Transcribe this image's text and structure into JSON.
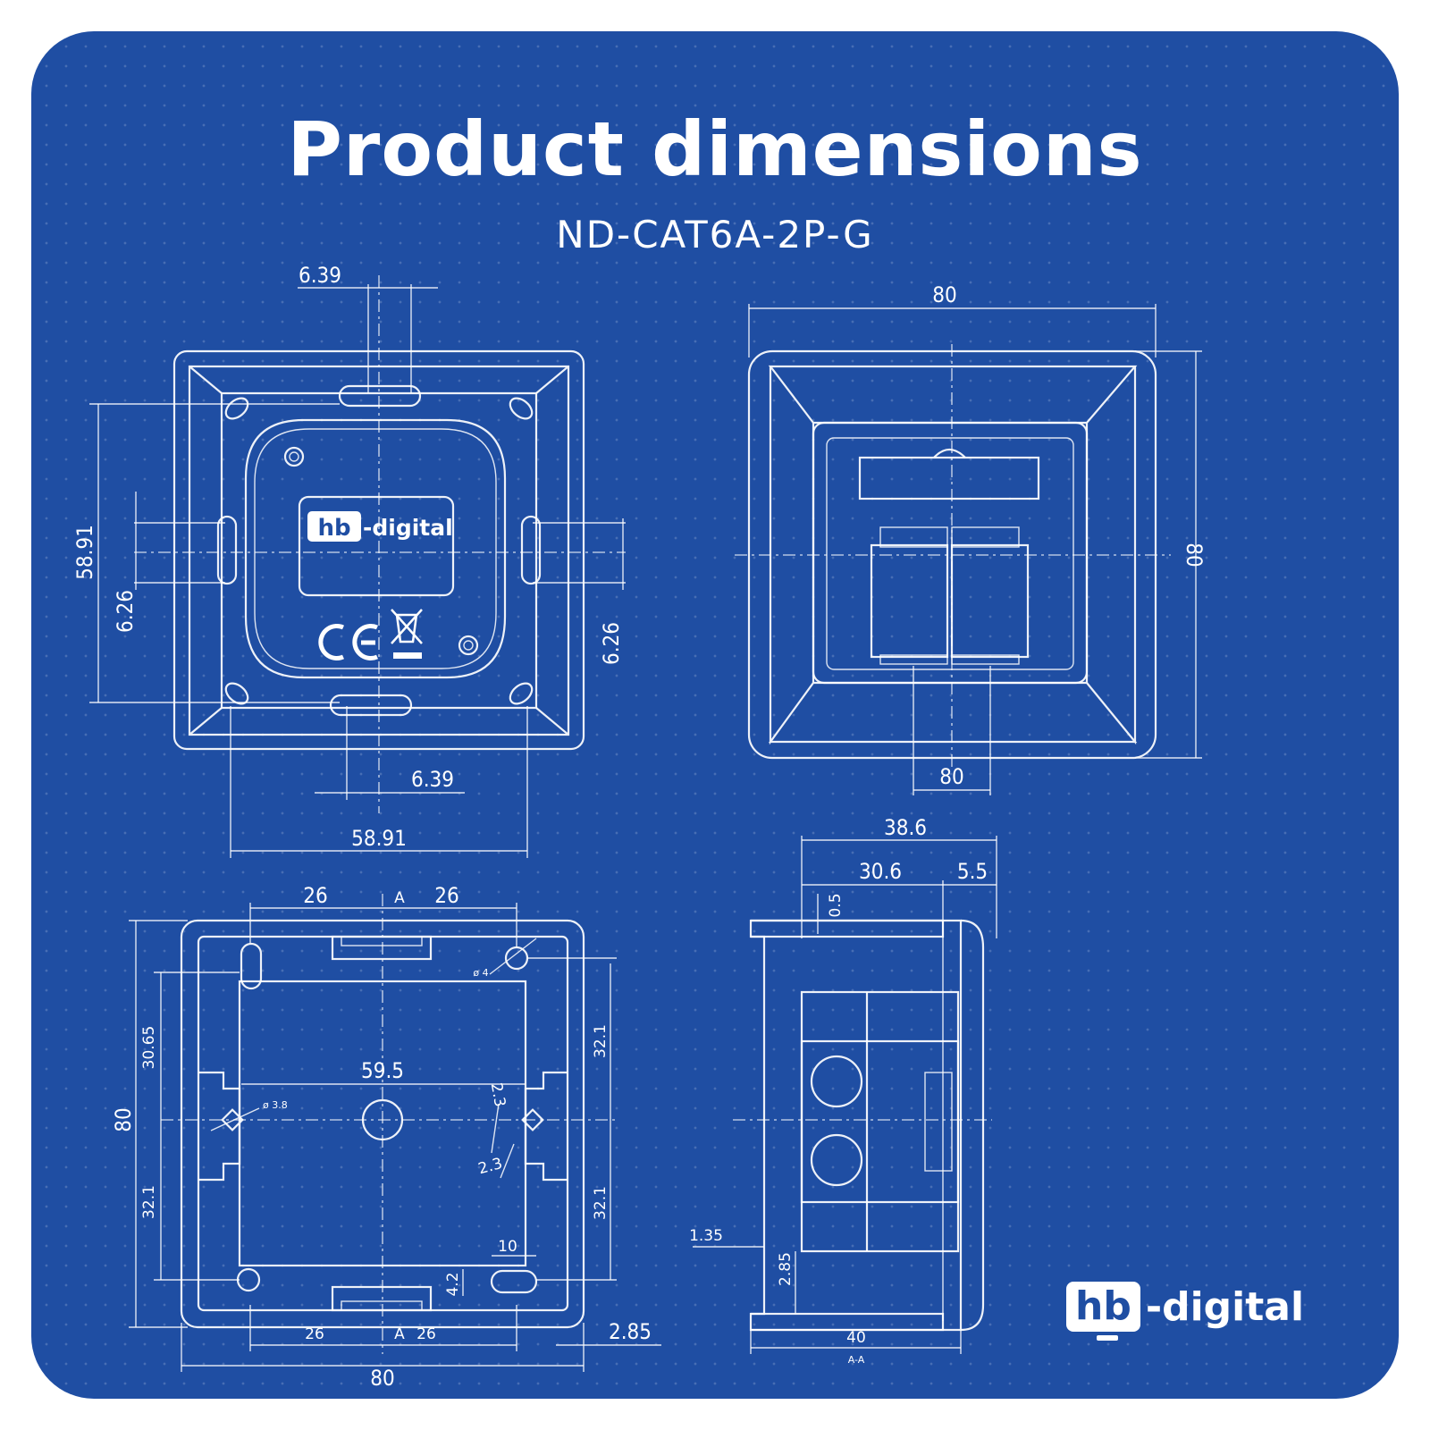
{
  "title": "Product dimensions",
  "model": "ND-CAT6A-2P-G",
  "brand": {
    "box": "hb",
    "rest": "-digital"
  },
  "colors": {
    "background": "#1f4ea3",
    "lines": "#ffffff"
  },
  "views": {
    "rear": {
      "dims": [
        "6.39",
        "58.91",
        "6.26",
        "6.26",
        "6.39",
        "58.91"
      ],
      "logo_box": "hb",
      "logo_rest": "-digital",
      "marks": [
        "CE-mark-icon",
        "weee-crossed-bin-icon"
      ]
    },
    "front": {
      "dims": [
        "80",
        "80",
        "80"
      ]
    },
    "mounting_frame": {
      "dims": [
        "26",
        "A",
        "26",
        "30.65",
        "32.1",
        "32.1",
        "32.1",
        "80",
        "59.5",
        "ø 4",
        "ø 3.8",
        "2.3",
        "2.3",
        "10",
        "4.2",
        "26",
        "A",
        "26",
        "2.85",
        "80"
      ]
    },
    "section": {
      "dims": [
        "38.6",
        "30.6",
        "5.5",
        "0.5",
        "1.35",
        "2.85",
        "40"
      ],
      "section_label": "A-A"
    }
  }
}
